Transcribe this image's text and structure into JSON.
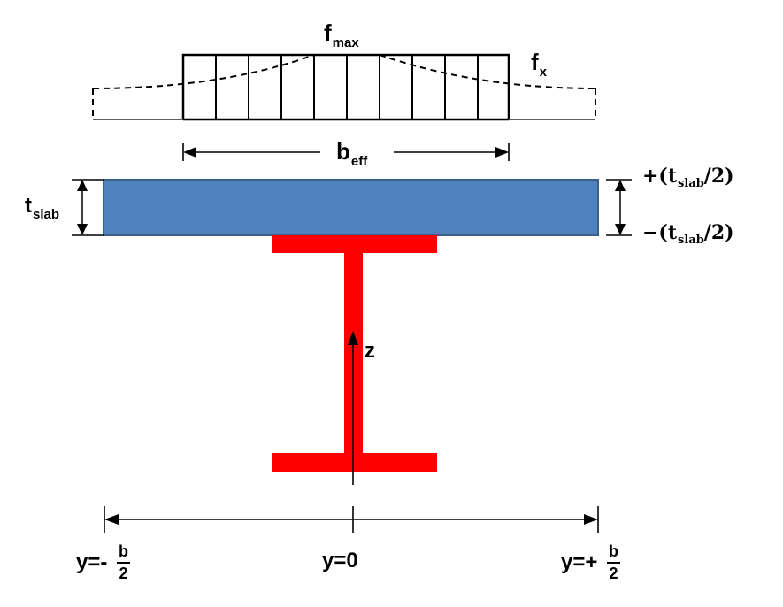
{
  "labels": {
    "f_max": {
      "main": "f",
      "sub": "max"
    },
    "f_x": {
      "main": "f",
      "sub": "x"
    },
    "b_eff": {
      "main": "b",
      "sub": "eff"
    },
    "t_slab": {
      "main": "t",
      "sub": "slab"
    },
    "top_face": {
      "prefix": "+(",
      "main": "t",
      "sub": "slab",
      "suffix": "/2)"
    },
    "bottom_face": {
      "prefix": "−(",
      "main": "t",
      "sub": "slab",
      "suffix": "/2)"
    },
    "z_axis": "z",
    "y_left": {
      "prefix": "y=- ",
      "num": "b",
      "den": "2"
    },
    "y_center": "y=0",
    "y_right": {
      "prefix": "y=+ ",
      "num": "b",
      "den": "2"
    }
  },
  "colors": {
    "slab_fill": "#4f81bd",
    "slab_stroke": "#3a5f8a",
    "steel": "#ff0000",
    "line": "#000000"
  }
}
